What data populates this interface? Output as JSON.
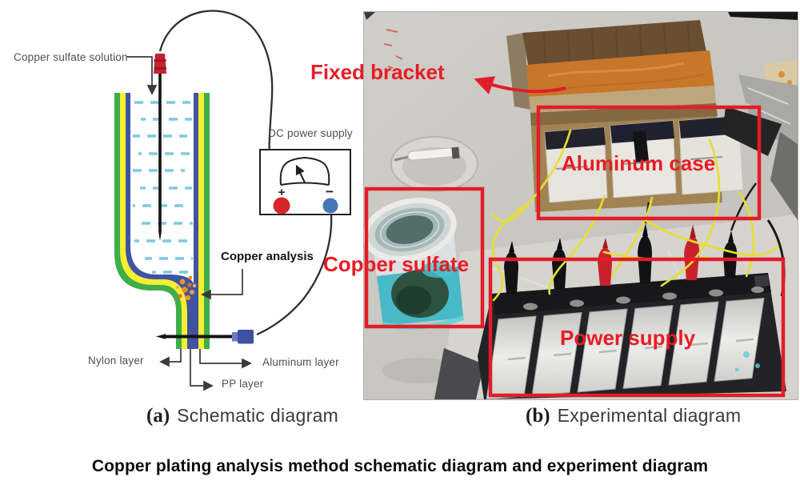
{
  "figure": {
    "title": "Copper plating analysis method schematic diagram and experiment diagram",
    "colors": {
      "annotation_red": "#e81c24",
      "wall_green": "#3fae49",
      "wall_yellow": "#f5ee31",
      "wall_blue": "#4053a3",
      "solution_dash_blue": "#7ec9e3",
      "terminal_red": "#d8232a",
      "terminal_blue": "#4577b5",
      "copper_particle_orange": "#f09423"
    }
  },
  "panel_a": {
    "caption_marker": "(a)",
    "caption_text": "Schematic diagram",
    "labels": {
      "solution": "Copper sulfate solution",
      "power": "DC power supply",
      "analysis": "Copper analysis",
      "nylon": "Nylon layer",
      "aluminum": "Aluminum layer",
      "pp": "PP layer",
      "plus": "+",
      "minus": "−"
    }
  },
  "panel_b": {
    "caption_marker": "(b)",
    "caption_text": "Experimental diagram",
    "annotations": {
      "fixed_bracket": "Fixed bracket",
      "aluminum_case": "Aluminum case",
      "copper_sulfate": "Copper sulfate",
      "power_supply": "Power supply"
    }
  }
}
